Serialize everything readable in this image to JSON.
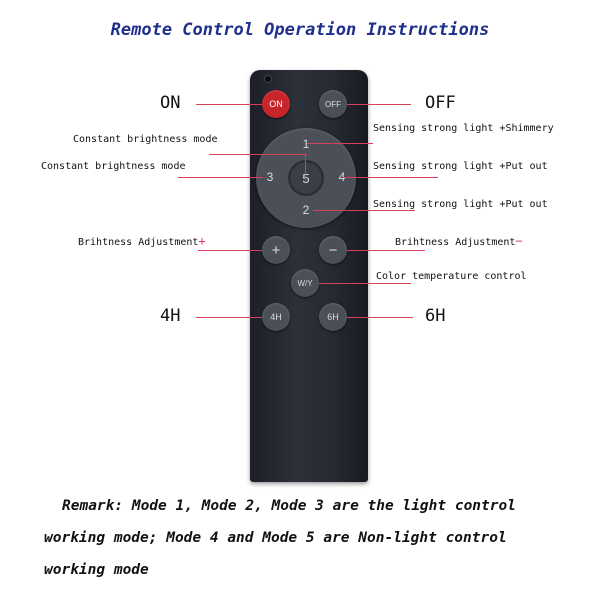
{
  "title": "Remote Control Operation Instructions",
  "buttons": {
    "on": "ON",
    "off": "OFF",
    "mode1": "1",
    "mode2": "2",
    "mode3": "3",
    "mode4": "4",
    "mode5": "5",
    "plus": "+",
    "minus": "−",
    "color_temp": "W/Y",
    "timer_4h": "4H",
    "timer_6h": "6H"
  },
  "labels": {
    "on": "ON",
    "off": "OFF",
    "mode1_left": "Constant brightness mode",
    "mode3_left": "Constant brightness mode",
    "mode1_right": "Sensing strong light +Shimmery",
    "mode4_right": "Sensing strong light +Put out",
    "mode2_right": "Sensing strong light +Put out",
    "brightness_up": "Brihtness Adjustment",
    "brightness_up_mark": "+",
    "brightness_down": "Brihtness Adjustment",
    "brightness_down_mark": "−",
    "color_temp": "Color temperature control",
    "timer_4h": "4H",
    "timer_6h": "6H"
  },
  "remark": {
    "line1": "Remark: Mode 1, Mode 2, Mode 3 are the light control",
    "line2": "working mode; Mode 4 and Mode 5 are Non-light  control",
    "line3": "working mode"
  },
  "colors": {
    "title": "#1f2f8c",
    "leader_line": "#d8405a",
    "on_button": "#c8242c",
    "remote_body": "#262a31"
  }
}
